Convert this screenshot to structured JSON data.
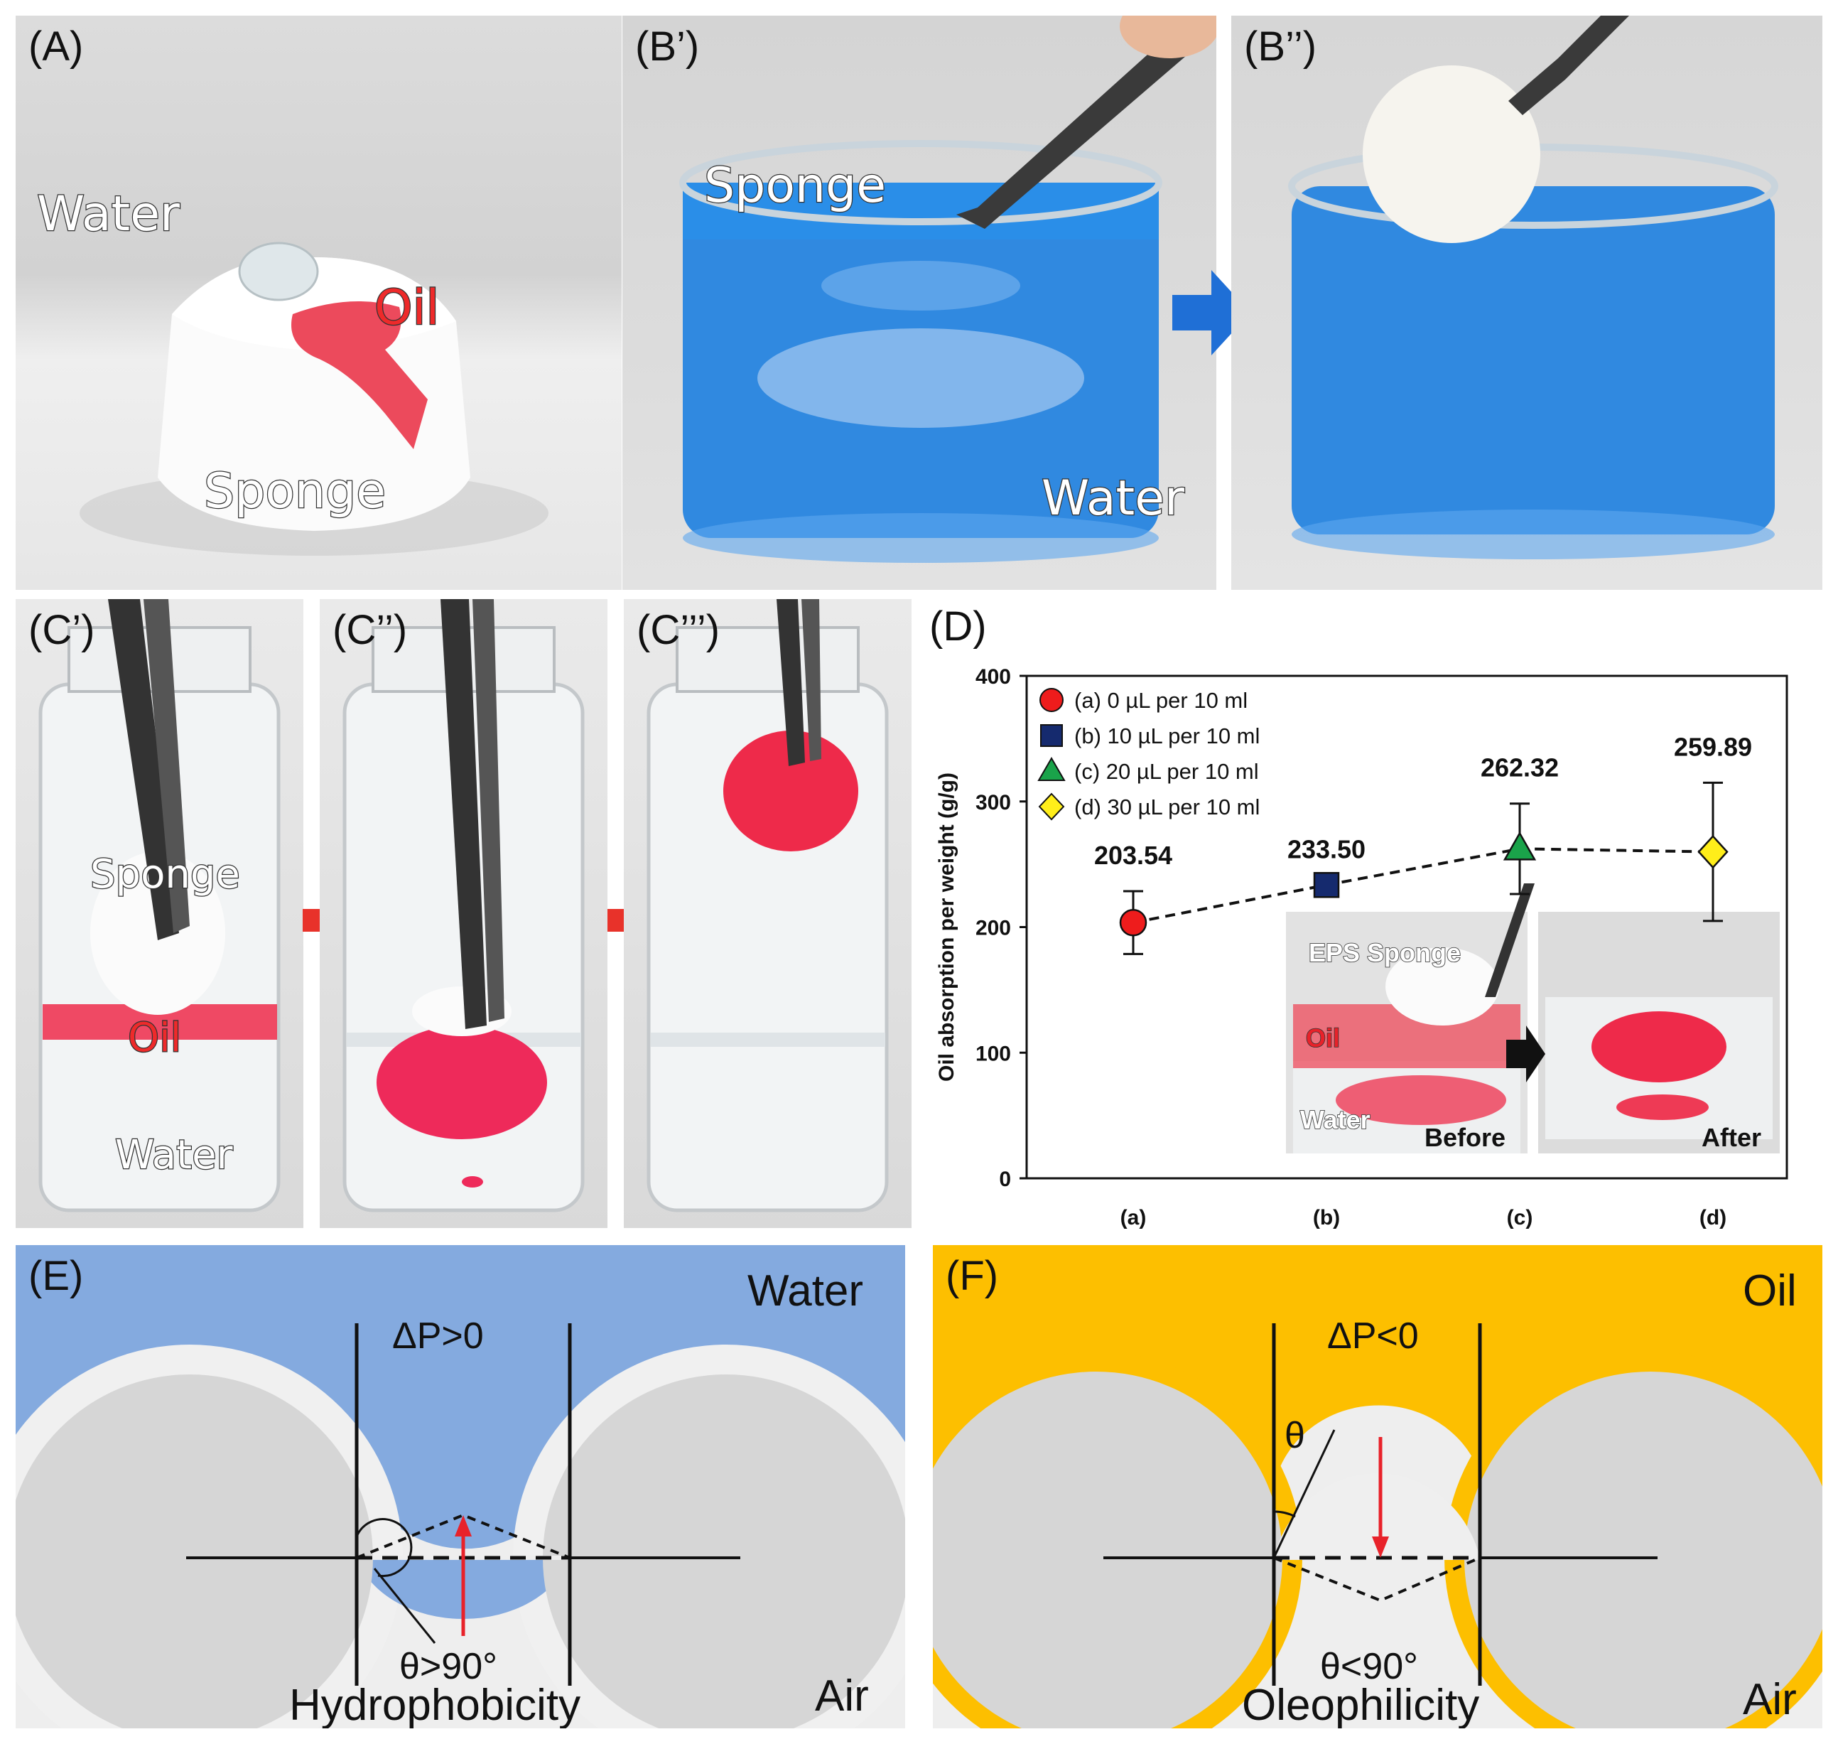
{
  "panels": {
    "A": {
      "label": "(A)",
      "water": "Water",
      "oil": "Oil",
      "sponge": "Sponge"
    },
    "B1": {
      "label": "(B’)",
      "sponge": "Sponge",
      "water": "Water"
    },
    "B2": {
      "label": "(B’’)"
    },
    "C1": {
      "label": "(C’)",
      "sponge": "Sponge",
      "oil": "Oil",
      "water": "Water"
    },
    "C2": {
      "label": "(C’’)"
    },
    "C3": {
      "label": "(C’’’)"
    },
    "D": {
      "label": "(D)"
    },
    "E": {
      "label": "(E)",
      "medium_top": "Water",
      "medium_bottom": "Air",
      "pressure": "ΔP>0",
      "angle": "θ>90°",
      "title": "Hydrophobicity"
    },
    "F": {
      "label": "(F)",
      "medium_top": "Oil",
      "medium_bottom": "Air",
      "pressure": "ΔP<0",
      "angle_symbol": "θ",
      "angle": "θ<90°",
      "title": "Oleophilicity"
    }
  },
  "inset": {
    "sponge": "EPS Sponge",
    "oil": "Oil",
    "water": "Water",
    "before": "Before",
    "after": "After"
  },
  "colors": {
    "water_blue": "#84aadf",
    "oil_yellow": "#fdbf00",
    "dye_blue": "#1d7fe0",
    "dye_red": "#ee2a4a",
    "arrow_red": "#e8322a",
    "arrow_blue": "#1f6fd6",
    "solid_gray": "#d6d6d6"
  },
  "chart_data": {
    "type": "scatter",
    "ylabel": "Oil absorption per weight (g/g)",
    "ylim": [
      0,
      400
    ],
    "yticks": [
      0,
      100,
      200,
      300,
      400
    ],
    "categories": [
      "(a)",
      "(b)",
      "(c)",
      "(d)"
    ],
    "series": [
      {
        "name": "(a) 0 µL per 10 ml",
        "category": "(a)",
        "value": 203.54,
        "error": 25,
        "label": "203.54",
        "marker": "circle",
        "color": "#ee1c1c"
      },
      {
        "name": "(b) 10 µL per 10 ml",
        "category": "(b)",
        "value": 233.5,
        "error": 0,
        "label": "233.50",
        "marker": "square",
        "color": "#152a6e"
      },
      {
        "name": "(c) 20 µL per 10 ml",
        "category": "(c)",
        "value": 262.32,
        "error": 36,
        "label": "262.32",
        "marker": "triangle",
        "color": "#1aa34a"
      },
      {
        "name": "(d) 30 µL per 10 ml",
        "category": "(d)",
        "value": 259.89,
        "error": 55,
        "label": "259.89",
        "marker": "diamond",
        "color": "#ffee1a"
      }
    ],
    "connector": "dashed",
    "legend": "top-left",
    "grid": false
  }
}
